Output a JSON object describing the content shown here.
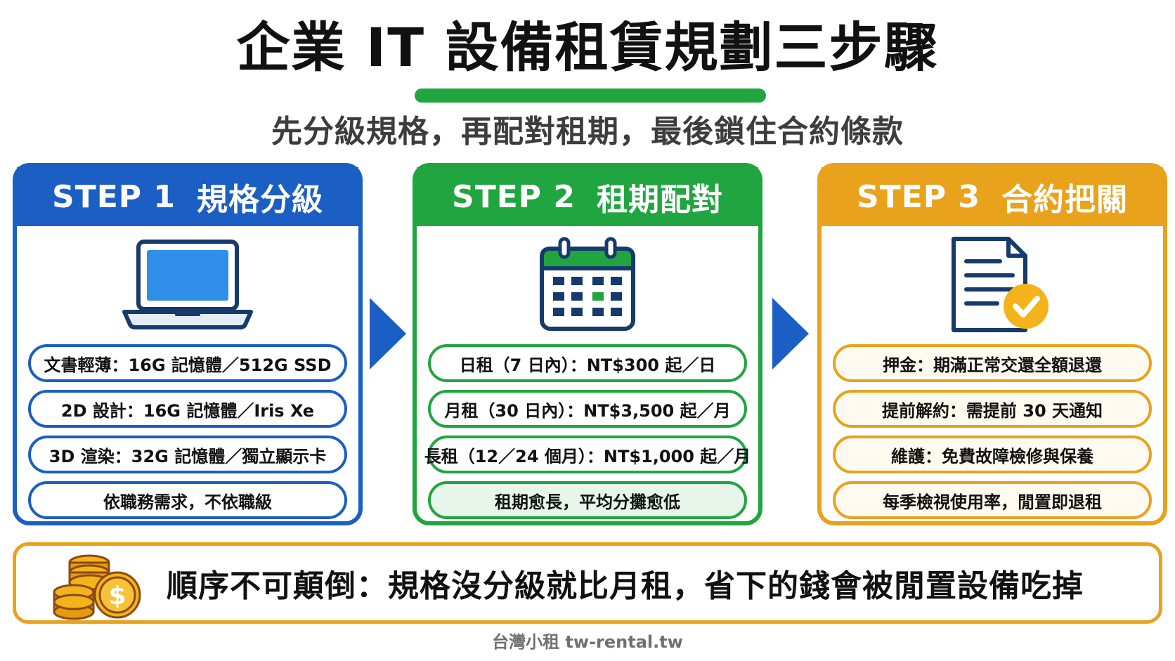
{
  "title": "企業 IT 設備租賃規劃三步驟",
  "subtitle": "先分級規格，再配對租期，最後鎖住合約條款",
  "colors": {
    "blue": "#1b5fc4",
    "green": "#21a540",
    "yellow": "#e9a21c"
  },
  "steps": [
    {
      "number": "STEP 1",
      "name": "規格分級",
      "icon": "laptop-icon",
      "items": [
        "文書輕薄：16G 記憶體／512G SSD",
        "2D 設計：16G 記憶體／Iris Xe",
        "3D 渲染：32G 記憶體／獨立顯示卡",
        "依職務需求，不依職級"
      ]
    },
    {
      "number": "STEP 2",
      "name": "租期配對",
      "icon": "calendar-icon",
      "items": [
        "日租（7 日內）：NT$300 起／日",
        "月租（30 日內）：NT$3,500 起／月",
        "長租（12／24 個月）：NT$1,000 起／月",
        "租期愈長，平均分攤愈低"
      ]
    },
    {
      "number": "STEP 3",
      "name": "合約把關",
      "icon": "contract-check-icon",
      "items": [
        "押金：期滿正常交還全額退還",
        "提前解約：需提前 30 天通知",
        "維護：免費故障檢修與保養",
        "每季檢視使用率，閒置即退租"
      ]
    }
  ],
  "bottom_banner": {
    "icon": "coins-icon",
    "text": "順序不可顛倒：規格沒分級就比月租，省下的錢會被閒置設備吃掉"
  },
  "footer": "台灣小租 tw-rental.tw"
}
